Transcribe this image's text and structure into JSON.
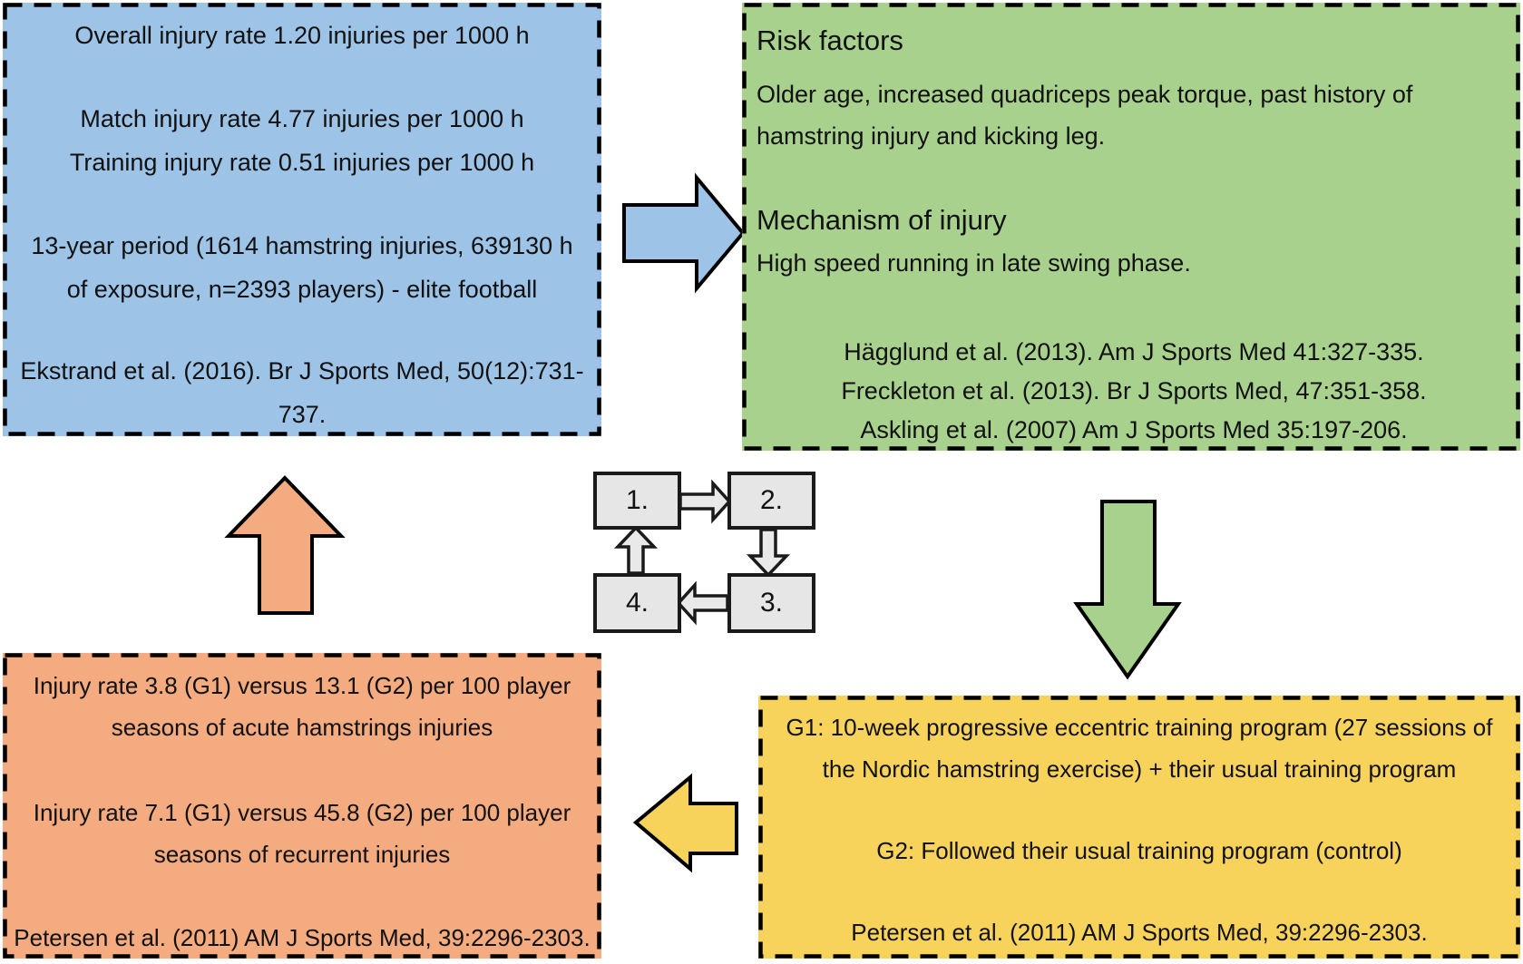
{
  "diagram": {
    "colors": {
      "epidemiology_fill": "#9dc3e6",
      "risk_fill": "#a9d18e",
      "intervention_fill": "#f8d35c",
      "outcomes_fill": "#f4ab80",
      "cycle_box_fill": "#e6e6e6",
      "cycle_arrow_fill": "#e9e9e9",
      "outline": "#000000"
    },
    "boxes": {
      "epidemiology": {
        "lines": [
          "Overall injury rate 1.20 injuries per 1000 h",
          "Match injury rate 4.77 injuries per 1000 h",
          "Training injury rate 0.51 injuries per 1000 h",
          "13-year period (1614 hamstring injuries, 639130 h",
          "of exposure, n=2393 players) - elite football",
          "Ekstrand et al. (2016). Br J Sports Med, 50(12):731-",
          "737."
        ]
      },
      "risk_factors": {
        "heading1": "Risk factors",
        "p1_line1": "Older age, increased quadriceps peak torque, past history of",
        "p1_line2": "hamstring injury and kicking leg.",
        "heading2": "Mechanism of injury",
        "p2_line1": "High speed running in late swing phase.",
        "citations": [
          "Hägglund et al. (2013). Am J Sports Med 41:327-335.",
          "Freckleton et al. (2013). Br J Sports Med, 47:351-358.",
          "Askling et al. (2007) Am J Sports Med 35:197-206."
        ]
      },
      "intervention": {
        "lines": [
          "G1: 10-week progressive eccentric training program (27 sessions of",
          "the Nordic hamstring exercise) + their usual training program",
          "G2: Followed their usual training program (control)",
          "Petersen et al. (2011) AM J Sports Med, 39:2296-2303."
        ]
      },
      "outcomes": {
        "lines": [
          "Injury rate 3.8 (G1) versus 13.1 (G2) per 100 player",
          "seasons of acute hamstrings injuries",
          "Injury rate 7.1 (G1) versus 45.8 (G2) per 100 player",
          "seasons of recurrent injuries",
          "Petersen et al. (2011) AM J Sports Med, 39:2296-2303."
        ]
      }
    },
    "cycle": {
      "steps": [
        "1.",
        "2.",
        "3.",
        "4."
      ]
    }
  }
}
